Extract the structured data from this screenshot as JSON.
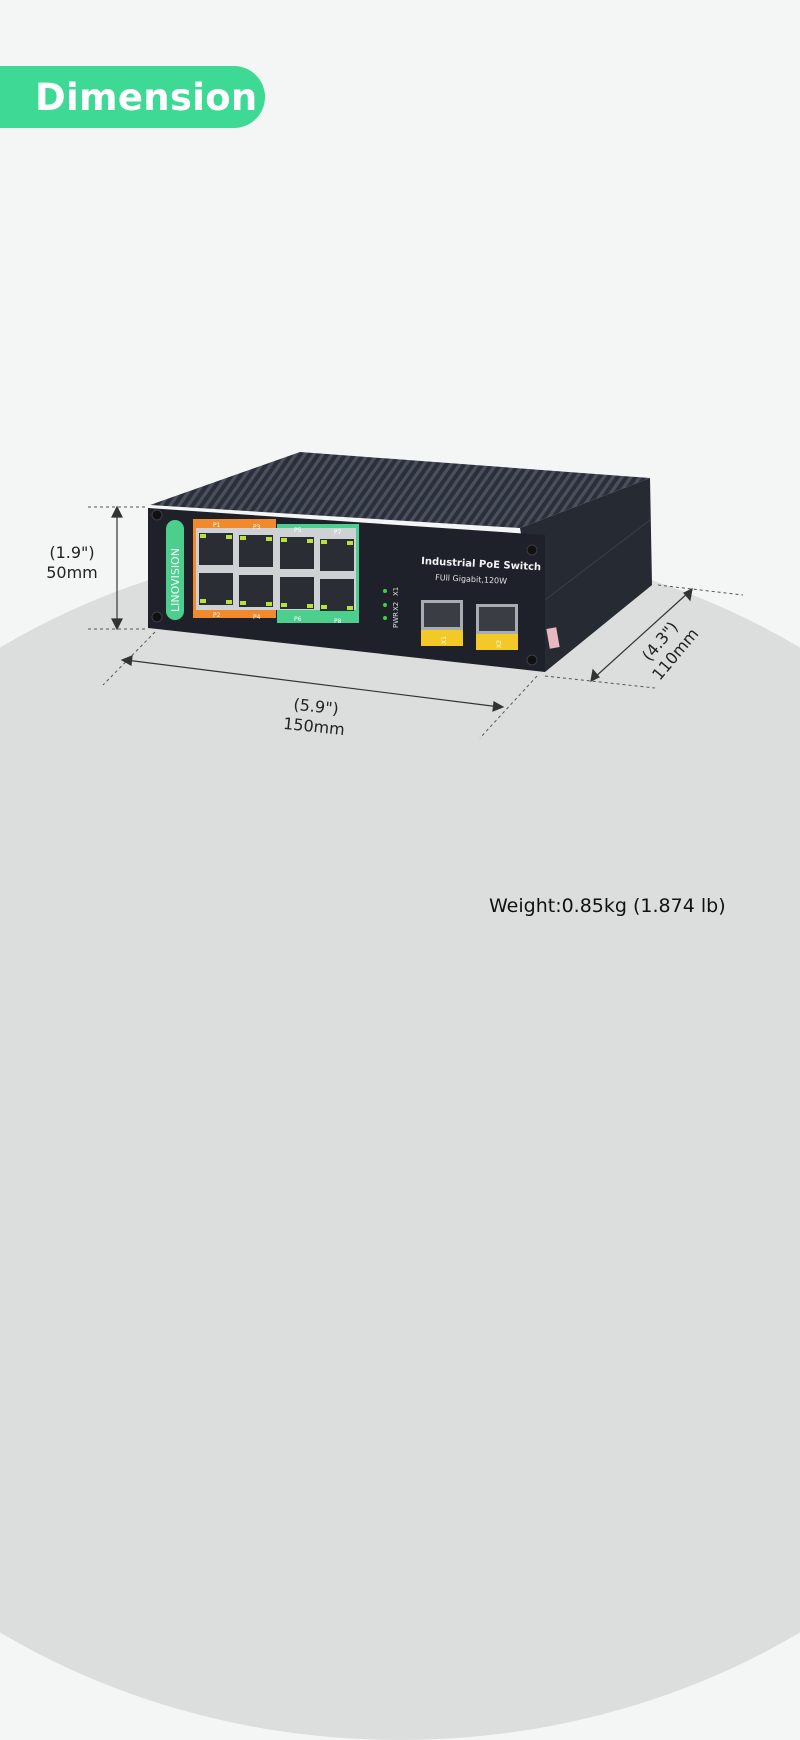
{
  "header": {
    "badge_label": "Dimension",
    "badge_color": "#3dd995"
  },
  "product": {
    "brand": "LINOVISION",
    "title": "Industrial PoE Switch",
    "subtitle": "FUll Gigabit,120W",
    "led_labels": [
      "X1",
      "X2",
      "PWR"
    ],
    "rj45_ports": [
      "P1",
      "P2",
      "P3",
      "P4",
      "P5",
      "P6",
      "P7",
      "P8"
    ],
    "sfp_ports": [
      "X1",
      "X2"
    ],
    "colors": {
      "orange_group": "#f08a2c",
      "green_group": "#4ccf8c",
      "sfp_label": "#f2c927",
      "body": "#1e2129"
    }
  },
  "dimensions": {
    "height": {
      "inches": "(1.9\")",
      "mm": "50mm"
    },
    "width": {
      "inches": "(5.9\")",
      "mm": "150mm"
    },
    "depth": {
      "inches": "(4.3\")",
      "mm": "110mm"
    }
  },
  "weight": {
    "label": "Weight:0.85kg (1.874 lb)"
  }
}
